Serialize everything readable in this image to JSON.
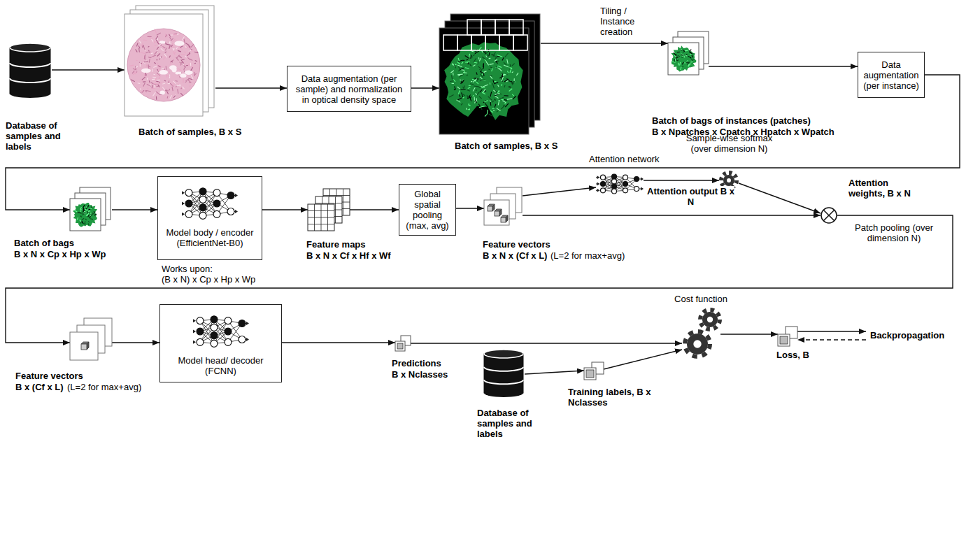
{
  "diagram": {
    "nodes": [
      {
        "text": [
          "Database of samples and labels"
        ]
      },
      {
        "text": [
          "Batch of samples, B x S"
        ]
      },
      {
        "text": [
          "Data augmentation (per sample) and normalization in optical density space"
        ]
      },
      {
        "text": [
          "Batch of samples, B x S"
        ]
      },
      {
        "text": [
          "Batch of bags of instances (patches)",
          "B x Npatches x Cpatch x Hpatch x Wpatch"
        ]
      },
      {
        "text": [
          "Data augmentation (per instance)"
        ]
      },
      {
        "text": [
          "Batch of bags",
          "B x N x Cp x Hp x Wp"
        ]
      },
      {
        "text": [
          "Model body / encoder (EfficientNet-B0)",
          "Works upon:",
          "(B x N) x Cp x Hp x Wp"
        ]
      },
      {
        "text": [
          "Feature maps",
          "B x N x Cf x Hf x Wf"
        ]
      },
      {
        "text": [
          "Global spatial pooling (max, avg)"
        ]
      },
      {
        "text": [
          "Feature vectors",
          "B x N x (Cf x L)",
          "(L=2 for max+avg)"
        ]
      },
      {
        "text": [
          "Attention network"
        ]
      },
      {
        "text": [
          "Sample-wise softmax (over dimension N)"
        ]
      },
      {
        "text": [
          "Attention weights, B x N"
        ]
      },
      {
        "text": [
          "Feature vectors",
          "B x (Cf x L)",
          "(L=2 for max+avg)"
        ]
      },
      {
        "text": [
          "Model head/ decoder (FCNN)"
        ]
      },
      {
        "text": [
          "Predictions",
          "B x Nclasses"
        ]
      },
      {
        "text": [
          "Database of samples and labels"
        ]
      },
      {
        "text": [
          "Training labels, B x Nclasses"
        ]
      },
      {
        "text": [
          "Cost function"
        ]
      },
      {
        "text": [
          "Loss, B"
        ]
      },
      {
        "text": [
          "Backpropagation"
        ]
      }
    ],
    "edges": [
      {
        "from": 0,
        "to": 1,
        "arrow": "to"
      },
      {
        "from": 1,
        "to": 2,
        "arrow": "to"
      },
      {
        "from": 2,
        "to": 3,
        "arrow": "to"
      },
      {
        "from": 3,
        "to": 4,
        "label": "Tiling / Instance creation",
        "arrow": "to"
      },
      {
        "from": 4,
        "to": 5,
        "arrow": "to"
      },
      {
        "from": 5,
        "to": 6,
        "arrow": "to"
      },
      {
        "from": 6,
        "to": 7,
        "arrow": "to"
      },
      {
        "from": 7,
        "to": 8,
        "arrow": "to"
      },
      {
        "from": 8,
        "to": 9,
        "arrow": "to"
      },
      {
        "from": 9,
        "to": 10,
        "arrow": "to"
      },
      {
        "from": 10,
        "to": 11,
        "arrow": "to"
      },
      {
        "from": 11,
        "to": 12,
        "label": "Attention output B x N",
        "arrow": "to"
      },
      {
        "from": 12,
        "to": 13,
        "arrow": "to"
      },
      {
        "from": 10,
        "to": 13,
        "label": "Patch pooling (over dimension N)",
        "arrow": "to"
      },
      {
        "from": 13,
        "to": 14,
        "arrow": "to"
      },
      {
        "from": 14,
        "to": 15,
        "arrow": "to"
      },
      {
        "from": 15,
        "to": 16,
        "arrow": "to"
      },
      {
        "from": 16,
        "to": 19,
        "arrow": "to"
      },
      {
        "from": 17,
        "to": 18,
        "arrow": "to"
      },
      {
        "from": 18,
        "to": 19,
        "arrow": "to"
      },
      {
        "from": 19,
        "to": 20,
        "arrow": "to"
      },
      {
        "from": 20,
        "to": 21,
        "arrow": "to"
      },
      {
        "from": 21,
        "to": 20,
        "arrow": "to"
      }
    ]
  }
}
